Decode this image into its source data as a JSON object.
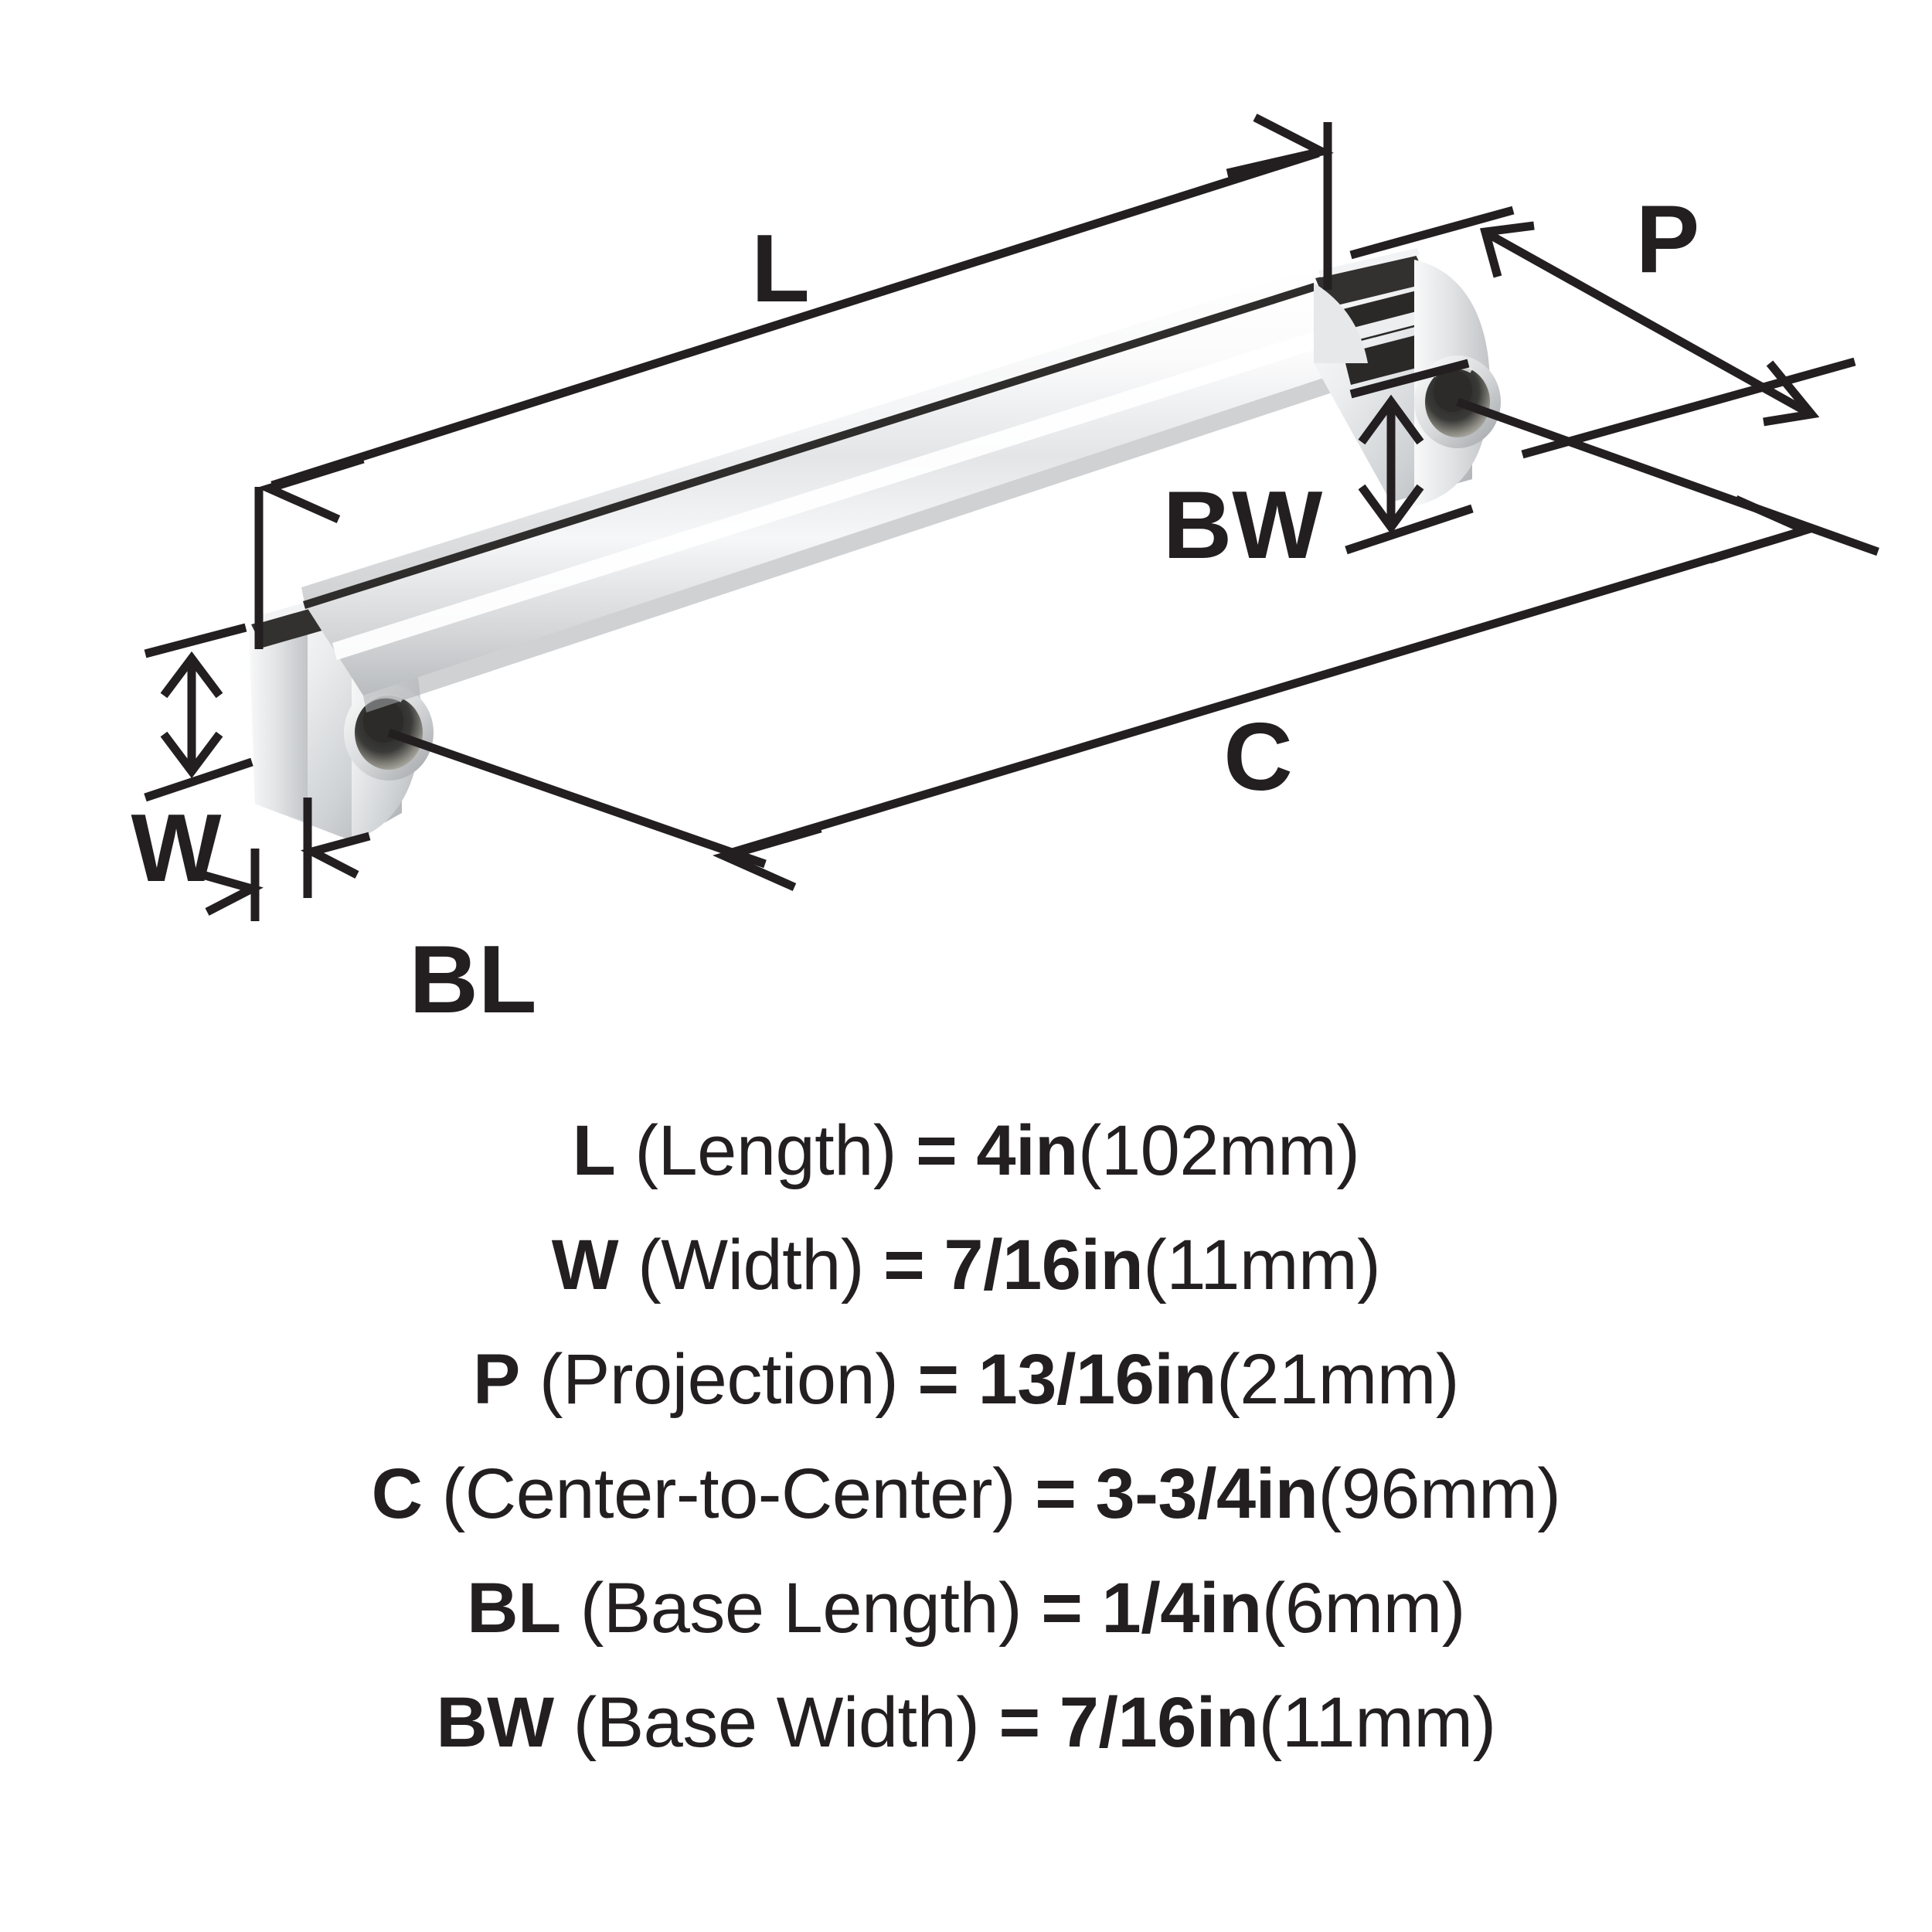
{
  "diagram": {
    "product": "cabinet-pull-chrome",
    "callouts": [
      {
        "key": "L",
        "label": "L"
      },
      {
        "key": "P",
        "label": "P"
      },
      {
        "key": "BW",
        "label": "BW"
      },
      {
        "key": "C",
        "label": "C"
      },
      {
        "key": "W",
        "label": "W"
      },
      {
        "key": "BL",
        "label": "BL"
      }
    ],
    "colors": {
      "line": "#231f20",
      "background": "#ffffff",
      "chrome_light": "#fdfdfd",
      "chrome_mid": "#d9dadb",
      "chrome_dark": "#2b2b2b"
    }
  },
  "specs": [
    {
      "code": "L",
      "name": " (Length)",
      "eq": " = ",
      "value": "4in",
      "metric": "(102mm)"
    },
    {
      "code": "W",
      "name": " (Width)",
      "eq": " = ",
      "value": "7/16in",
      "metric": "(11mm)"
    },
    {
      "code": "P",
      "name": " (Projection)",
      "eq": " = ",
      "value": "13/16in",
      "metric": "(21mm)"
    },
    {
      "code": "C",
      "name": " (Center-to-Center)",
      "eq": " = ",
      "value": "3-3/4in",
      "metric": "(96mm)"
    },
    {
      "code": "BL",
      "name": " (Base Length)",
      "eq": " = ",
      "value": "1/4in",
      "metric": "(6mm)"
    },
    {
      "code": "BW",
      "name": " (Base Width)",
      "eq": " = ",
      "value": "7/16in",
      "metric": "(11mm)"
    }
  ]
}
